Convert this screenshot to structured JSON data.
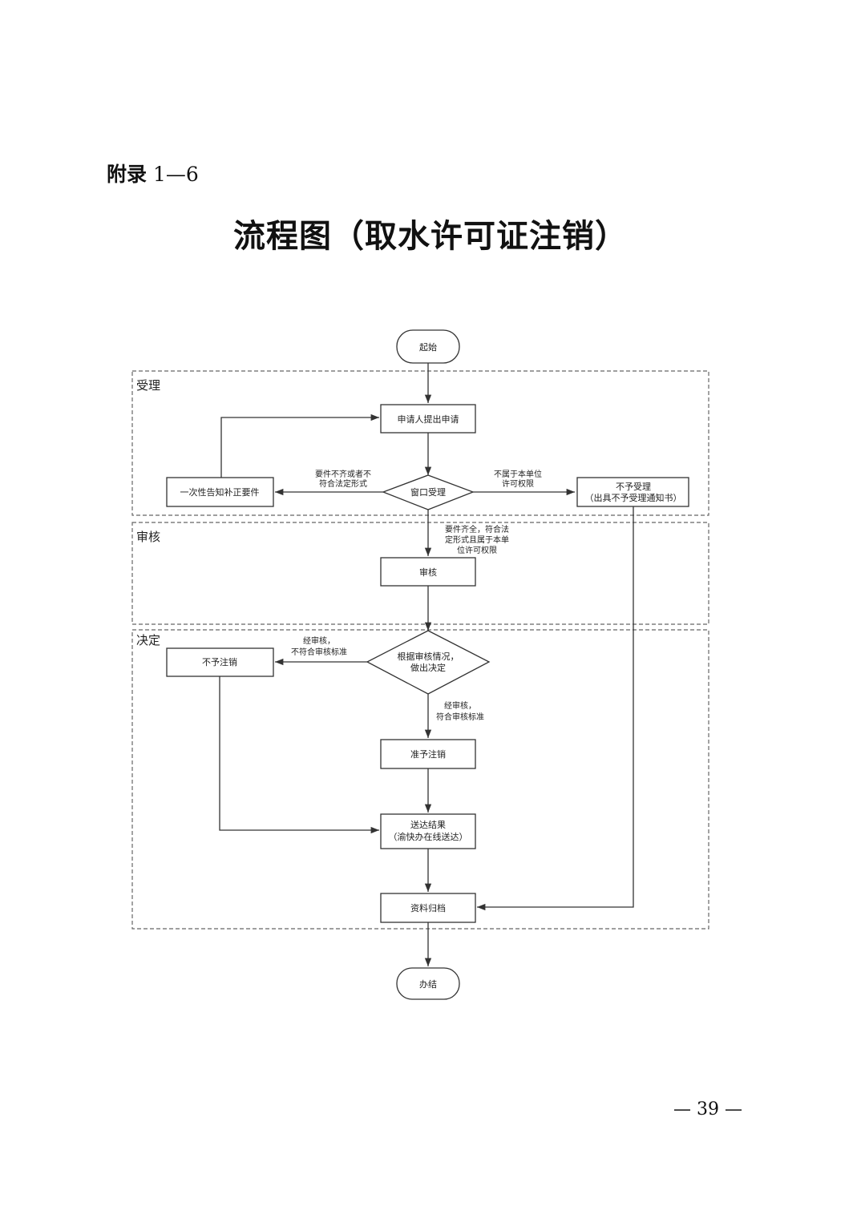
{
  "appendix": {
    "prefix": "附录",
    "number": "1—6"
  },
  "title": "流程图（取水许可证注销）",
  "page_number": "— 39 —",
  "lanes": {
    "accept": "受理",
    "review": "审核",
    "decide": "决定"
  },
  "nodes": {
    "start": "起始",
    "apply": "申请人提出申请",
    "window": "窗口受理",
    "notify_line1": "一次性告知补正要件",
    "reject_line1": "不予受理",
    "reject_line2": "（出具不予受理通知书）",
    "review": "审核",
    "decide_line1": "根据审核情况，",
    "decide_line2": "做出决定",
    "deny": "不予注销",
    "approve": "准予注销",
    "deliver_line1": "送达结果",
    "deliver_line2": "（渝快办在线送达）",
    "archive": "资料归档",
    "end": "办结"
  },
  "edge_labels": {
    "incomplete_1": "要件不齐或者不",
    "incomplete_2": "符合法定形式",
    "outside_1": "不属于本单位",
    "outside_2": "许可权限",
    "complete_1": "要件齐全，符合法",
    "complete_2": "定形式且属于本单",
    "complete_3": "位许可权限",
    "fail_1": "经审核，",
    "fail_2": "不符合审核标准",
    "pass_1": "经审核，",
    "pass_2": "符合审核标准"
  }
}
